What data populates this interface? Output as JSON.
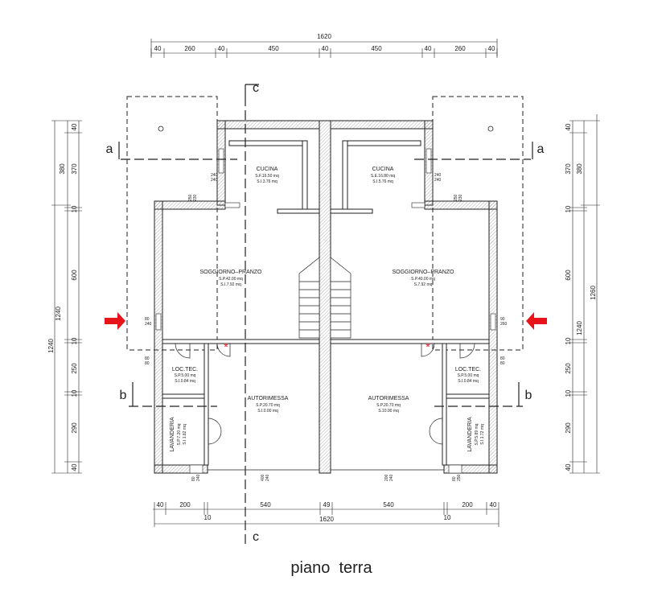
{
  "title": "piano  terra",
  "top_dims": {
    "total": "1620",
    "segments": [
      "40",
      "260",
      "40",
      "450",
      "40",
      "450",
      "40",
      "260",
      "40"
    ]
  },
  "bottom_dims": {
    "total": "1620",
    "segments": [
      "40",
      "200",
      "540",
      "49",
      "540",
      "200",
      "40"
    ],
    "small": [
      "10",
      "10"
    ]
  },
  "left_dims": {
    "outer_total": "1240",
    "mid_total": "1240",
    "inner": [
      "40",
      "370",
      "10",
      "600",
      "10",
      "250",
      "10",
      "290",
      "40"
    ],
    "group": "380"
  },
  "right_dims": {
    "outer_total": "1260",
    "mid_total": "1240",
    "inner": [
      "40",
      "370",
      "10",
      "600",
      "10",
      "250",
      "10",
      "290",
      "40"
    ],
    "group": "380"
  },
  "sections": {
    "a": "a",
    "b": "b",
    "c": "c"
  },
  "rooms_left": {
    "cucina": {
      "name": "CUCINA",
      "sp": "S.F.16.50 mq",
      "si": "S.I.3.76 mq"
    },
    "soggiorno": {
      "name": "SOGGIORNO–PRANZO",
      "sp": "S.P.42.00 mq",
      "si": "S.I.7.92 mq"
    },
    "loctec": {
      "name": "LOC.TEC.",
      "sp": "S.P.5.00 mq",
      "si": "S.I.0.84 mq"
    },
    "autorimessa": {
      "name": "AUTORIMESSA",
      "sp": "S.P.20.70 mq",
      "si": "S.I.0.00 mq"
    },
    "lavanderia": {
      "name": "LAVANDERIA",
      "sp": "S.P.7.20 mq",
      "si": "S.I.1.82 mq"
    }
  },
  "rooms_right": {
    "cucina": {
      "name": "CUCINA",
      "sp": "S.E.16.80 mq",
      "si": "S.I.5.76 mq"
    },
    "soggiorno": {
      "name": "SOGGIORNO–PRANZO",
      "sp": "S.P.40.00 mq",
      "si": "S.7.92 mq"
    },
    "loctec": {
      "name": "LOC.TEC.",
      "sp": "S.P.5.00 mq",
      "si": "S.I.0.84 mq"
    },
    "autorimessa": {
      "name": "AUTORIMESSA",
      "sp": "S.P.20.70 mq",
      "si": "S.10.00 mq"
    },
    "lavanderia": {
      "name": "LAVANDERIA",
      "sp": "S.P.5.89 mq",
      "si": "S.I.1.72 mq"
    }
  },
  "openings": {
    "w240a": "240",
    "w240b": "240",
    "w250": "250",
    "w230": "230",
    "w240c": "240",
    "w250b": "250",
    "w240d": "240",
    "w230b": "230",
    "d80a": "80",
    "d240a": "240",
    "d90": "90",
    "d260": "260",
    "d80b": "80",
    "d80c": "80",
    "d80d": "80",
    "d80e": "80",
    "g80a": "80",
    "g240a": "240",
    "g400": "400",
    "g240b": "240",
    "g200a": "200",
    "g240c": "240",
    "g80b": "80",
    "g250a": "250"
  },
  "colors": {
    "arrow": "#e8141c",
    "asterisk": "#e8141c",
    "line": "#222222"
  }
}
